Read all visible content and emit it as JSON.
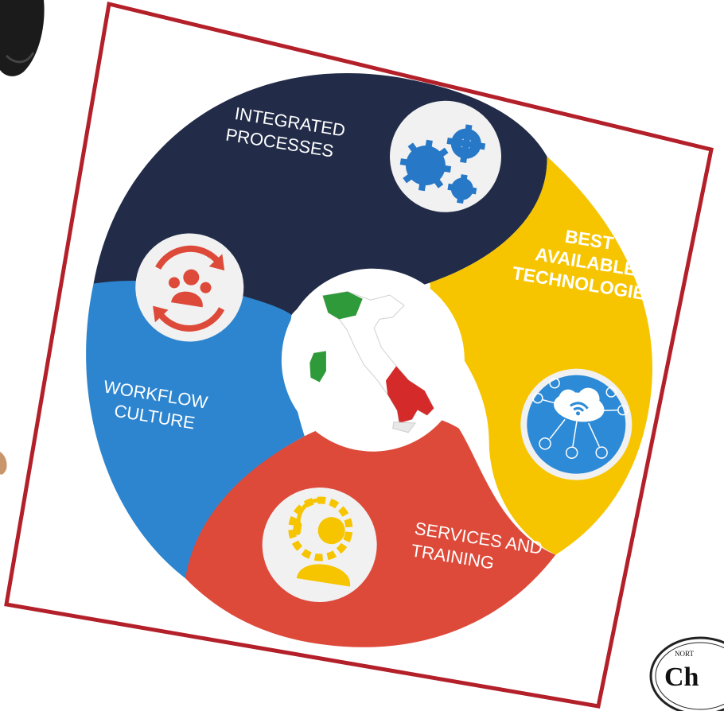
{
  "segments": [
    {
      "id": "integrated",
      "lines": [
        "INTEGRATED",
        "PROCESSES"
      ],
      "color": "#222c48",
      "icon": "gears-icon"
    },
    {
      "id": "technologies",
      "lines": [
        "BEST",
        "AVAILABLE",
        "TECHNOLOGIES"
      ],
      "color": "#f6c500",
      "icon": "cloud-network-icon"
    },
    {
      "id": "services",
      "lines": [
        "SERVICES AND",
        "TRAINING"
      ],
      "color": "#dd4a3a",
      "icon": "support-gear-person-icon"
    },
    {
      "id": "workflow",
      "lines": [
        "WORKFLOW",
        "CULTURE"
      ],
      "color": "#2d85cf",
      "icon": "team-cycle-icon"
    }
  ],
  "center": {
    "icon": "italy-map-icon",
    "colors": [
      "#2f9a3a",
      "#ffffff",
      "#d42a2a"
    ]
  },
  "corner_badge": {
    "small_text": "NORT",
    "large_text": "Ch"
  },
  "frame_color": "#b3202a"
}
